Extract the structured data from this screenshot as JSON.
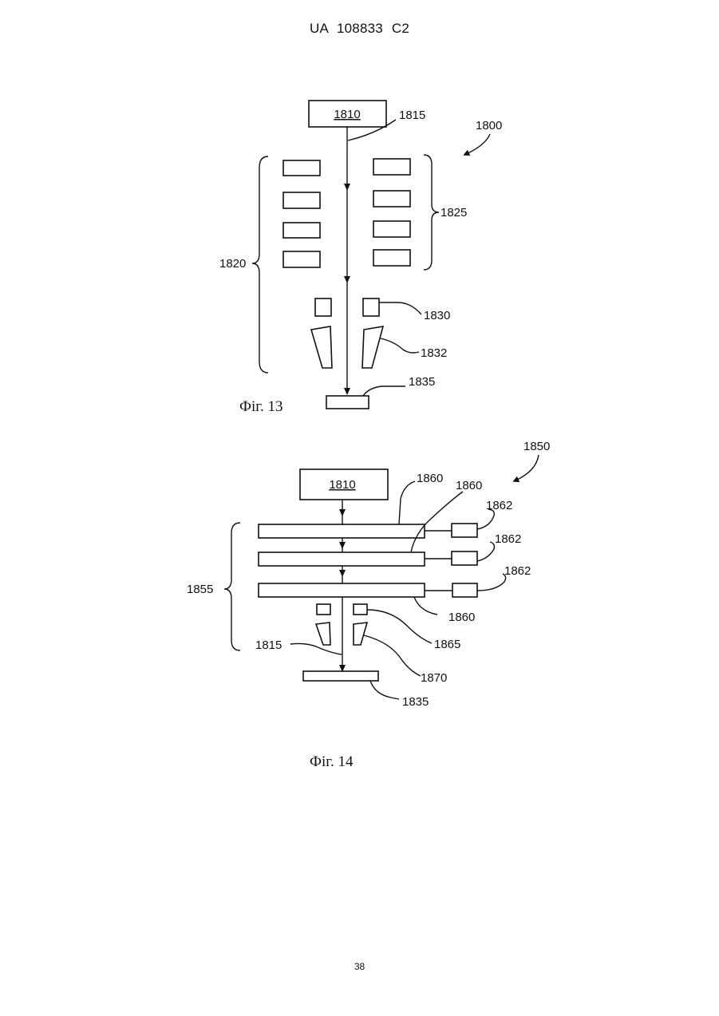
{
  "header": {
    "publication": "UA   108833   C2"
  },
  "page_number": "38",
  "figure13": {
    "caption": "Фіг. 13",
    "labels": {
      "source": "1810",
      "beam": "1815",
      "system": "1800",
      "group_outer": "1820",
      "group_inner": "1825",
      "element_square": "1830",
      "element_trapezoid": "1832",
      "target": "1835"
    }
  },
  "figure14": {
    "caption": "Фіг. 14",
    "labels": {
      "source": "1810",
      "system": "1850",
      "plate_a": "1860",
      "plate_b": "1860",
      "plate_c": "1860",
      "driver_a": "1862",
      "driver_b": "1862",
      "driver_c": "1862",
      "group": "1855",
      "beam": "1815",
      "element_square": "1865",
      "element_trapezoid": "1870",
      "target": "1835"
    }
  }
}
